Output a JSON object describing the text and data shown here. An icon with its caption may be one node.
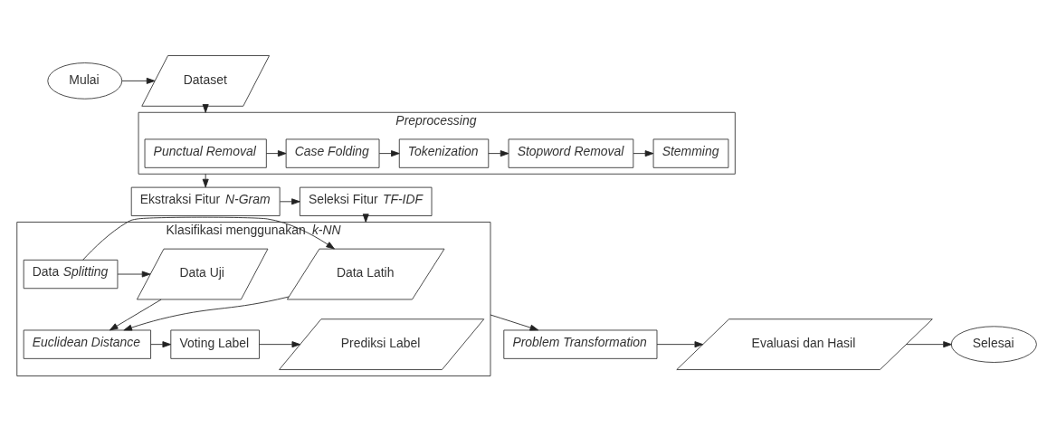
{
  "diagram": {
    "nodes": [
      {
        "text": [
          "Mulai"
        ]
      },
      {
        "text": [
          "Dataset"
        ]
      },
      {
        "text": [
          "Preprocessing"
        ]
      },
      {
        "text": [
          "Punctual Removal"
        ],
        "in": 2
      },
      {
        "text": [
          "Case Folding"
        ],
        "in": 2
      },
      {
        "text": [
          "Tokenization"
        ],
        "in": 2
      },
      {
        "text": [
          "Stopword Removal"
        ],
        "in": 2
      },
      {
        "text": [
          "Stemming"
        ],
        "in": 2
      },
      {
        "text": [
          "Ekstraksi Fitur *N-Gram*"
        ]
      },
      {
        "text": [
          "Seleksi Fitur *TF-IDF*"
        ]
      },
      {
        "text": [
          "Klasifikasi menggunakan *k-NN*"
        ]
      },
      {
        "text": [
          "Data Latih"
        ],
        "in": 10
      },
      {
        "text": [
          "Data *Splitting*"
        ],
        "in": 10
      },
      {
        "text": [
          "Data Uji"
        ],
        "in": 10
      },
      {
        "text": [
          "Euclidean Distance"
        ],
        "in": 10
      },
      {
        "text": [
          "Voting Label"
        ],
        "in": 10
      },
      {
        "text": [
          "Prediksi Label"
        ],
        "in": 10
      },
      {
        "text": [
          "Problem Transformation"
        ]
      },
      {
        "text": [
          "Evaluasi dan Hasil"
        ]
      },
      {
        "text": [
          "Selesai"
        ]
      }
    ],
    "edges": [
      {
        "from": 0,
        "to": 1,
        "arrow": "to"
      },
      {
        "from": 1,
        "to": 2,
        "arrow": "to"
      },
      {
        "from": 3,
        "to": 4,
        "arrow": "to"
      },
      {
        "from": 4,
        "to": 5,
        "arrow": "to"
      },
      {
        "from": 5,
        "to": 6,
        "arrow": "to"
      },
      {
        "from": 6,
        "to": 7,
        "arrow": "to"
      },
      {
        "from": 2,
        "to": 8,
        "arrow": "to"
      },
      {
        "from": 8,
        "to": 9,
        "arrow": "to"
      },
      {
        "from": 9,
        "to": 10,
        "arrow": "to"
      },
      {
        "from": 12,
        "to": 11,
        "arrow": "to"
      },
      {
        "from": 12,
        "to": 13,
        "arrow": "to"
      },
      {
        "from": 11,
        "to": 14,
        "arrow": "to"
      },
      {
        "from": 13,
        "to": 14,
        "arrow": "to"
      },
      {
        "from": 14,
        "to": 15,
        "arrow": "to"
      },
      {
        "from": 15,
        "to": 16,
        "arrow": "to"
      },
      {
        "from": 10,
        "to": 17,
        "arrow": "to"
      },
      {
        "from": 17,
        "to": 18,
        "arrow": "to"
      },
      {
        "from": 18,
        "to": 19,
        "arrow": "to"
      }
    ]
  }
}
